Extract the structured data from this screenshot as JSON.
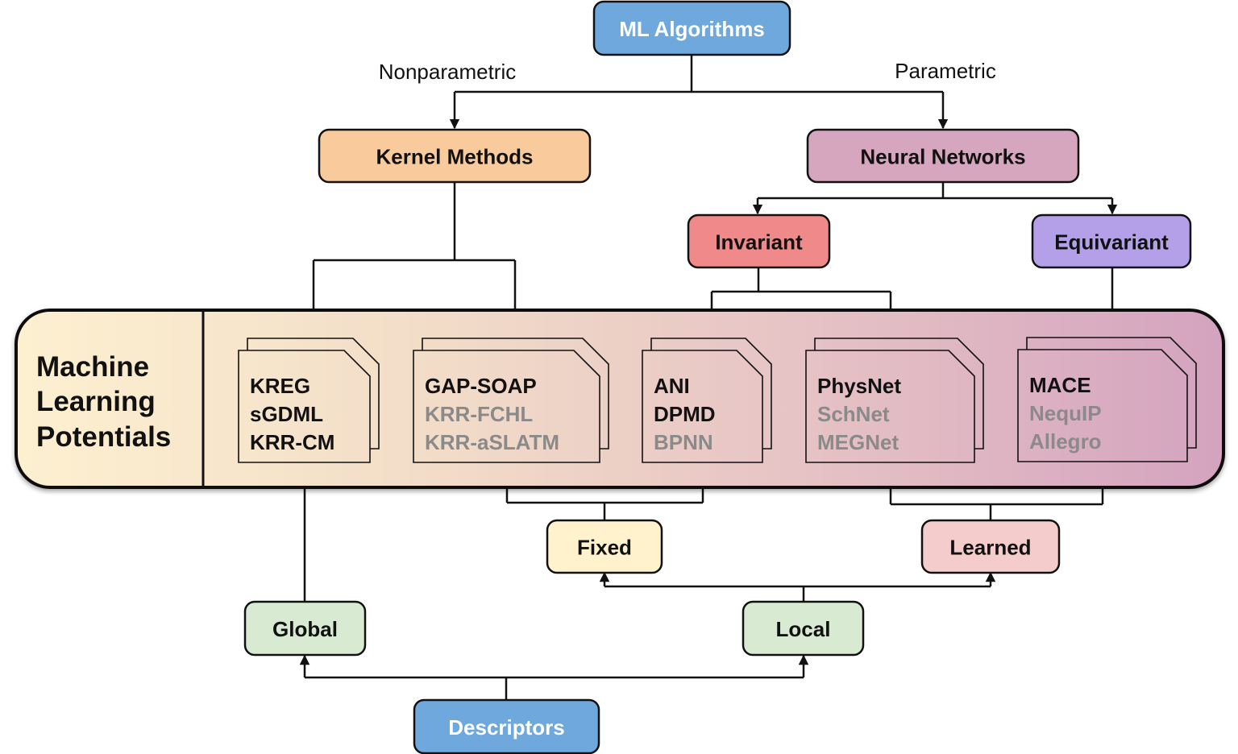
{
  "diagram": {
    "title": "ML Algorithms taxonomy for Machine Learning Potentials",
    "nodes": {
      "ml_algorithms": {
        "label": "ML Algorithms",
        "fill": "#6fa8dc",
        "text_color": "#ffffff"
      },
      "kernel_methods": {
        "label": "Kernel Methods",
        "fill": "#f9cb9c",
        "text_color": "#111111"
      },
      "neural_networks": {
        "label": "Neural Networks",
        "fill": "#d5a6bd",
        "text_color": "#111111"
      },
      "invariant": {
        "label": "Invariant",
        "fill": "#f08a8a",
        "text_color": "#111111"
      },
      "equivariant": {
        "label": "Equivariant",
        "fill": "#b4a0e8",
        "text_color": "#111111"
      },
      "fixed": {
        "label": "Fixed",
        "fill": "#fff2cc",
        "text_color": "#111111"
      },
      "learned": {
        "label": "Learned",
        "fill": "#f4cccc",
        "text_color": "#111111"
      },
      "global": {
        "label": "Global",
        "fill": "#d9ead3",
        "text_color": "#111111"
      },
      "local": {
        "label": "Local",
        "fill": "#d9ead3",
        "text_color": "#111111"
      },
      "descriptors": {
        "label": "Descriptors",
        "fill": "#6fa8dc",
        "text_color": "#ffffff"
      }
    },
    "edge_labels": {
      "nonparametric": "Nonparametric",
      "parametric": "Parametric"
    },
    "panel": {
      "title_lines": [
        "Machine",
        "Learning",
        "Potentials"
      ],
      "gradient_colors": [
        "#fdf0d0",
        "#f2dcc8",
        "#e6c3c5",
        "#d4a3bf"
      ]
    },
    "model_groups": [
      {
        "id": "kernel_global",
        "models": [
          {
            "name": "KREG",
            "highlight": true
          },
          {
            "name": "sGDML",
            "highlight": true
          },
          {
            "name": "KRR-CM",
            "highlight": true
          }
        ]
      },
      {
        "id": "kernel_local",
        "models": [
          {
            "name": "GAP-SOAP",
            "highlight": true
          },
          {
            "name": "KRR-FCHL",
            "highlight": false
          },
          {
            "name": "KRR-aSLATM",
            "highlight": false
          }
        ]
      },
      {
        "id": "invariant_fixed",
        "models": [
          {
            "name": "ANI",
            "highlight": true
          },
          {
            "name": "DPMD",
            "highlight": true
          },
          {
            "name": "BPNN",
            "highlight": false
          }
        ]
      },
      {
        "id": "invariant_learned",
        "models": [
          {
            "name": "PhysNet",
            "highlight": true
          },
          {
            "name": "SchNet",
            "highlight": false
          },
          {
            "name": "MEGNet",
            "highlight": false
          }
        ]
      },
      {
        "id": "equivariant_learned",
        "models": [
          {
            "name": "MACE",
            "highlight": true
          },
          {
            "name": "NequIP",
            "highlight": false
          },
          {
            "name": "Allegro",
            "highlight": false
          }
        ]
      }
    ],
    "colors": {
      "highlight_text": "#111111",
      "muted_text": "#8a8a8a",
      "line": "#111111"
    }
  }
}
